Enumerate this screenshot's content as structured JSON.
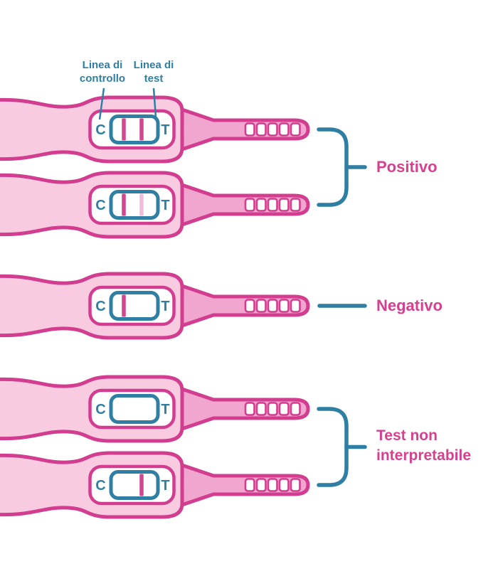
{
  "colors": {
    "background": "#ffffff",
    "outline_magenta": "#d23d8f",
    "body_pink": "#f8cbe1",
    "stick_pink": "#f1a6cf",
    "window_white": "#ffffff",
    "teal": "#2e7fa3",
    "line_strong": "#d2468f",
    "line_faint": "#f0bcd9",
    "label_pink": "#d6408f"
  },
  "top_labels": {
    "control": "Linea di\ncontrollo",
    "test": "Linea di\ntest"
  },
  "window_labels": {
    "control": "C",
    "test": "T"
  },
  "tests": [
    {
      "id": 1,
      "control_line": "strong",
      "test_line": "strong",
      "result": "Positivo"
    },
    {
      "id": 2,
      "control_line": "strong",
      "test_line": "faint",
      "result": "Positivo"
    },
    {
      "id": 3,
      "control_line": "strong",
      "test_line": "none",
      "result": "Negativo"
    },
    {
      "id": 4,
      "control_line": "none",
      "test_line": "none",
      "result": "Test non interpretabile"
    },
    {
      "id": 5,
      "control_line": "none",
      "test_line": "strong",
      "result": "Test non interpretabile"
    }
  ],
  "results": [
    {
      "label": "Positivo"
    },
    {
      "label": "Negativo"
    },
    {
      "label": "Test non\ninterpretabile"
    }
  ]
}
